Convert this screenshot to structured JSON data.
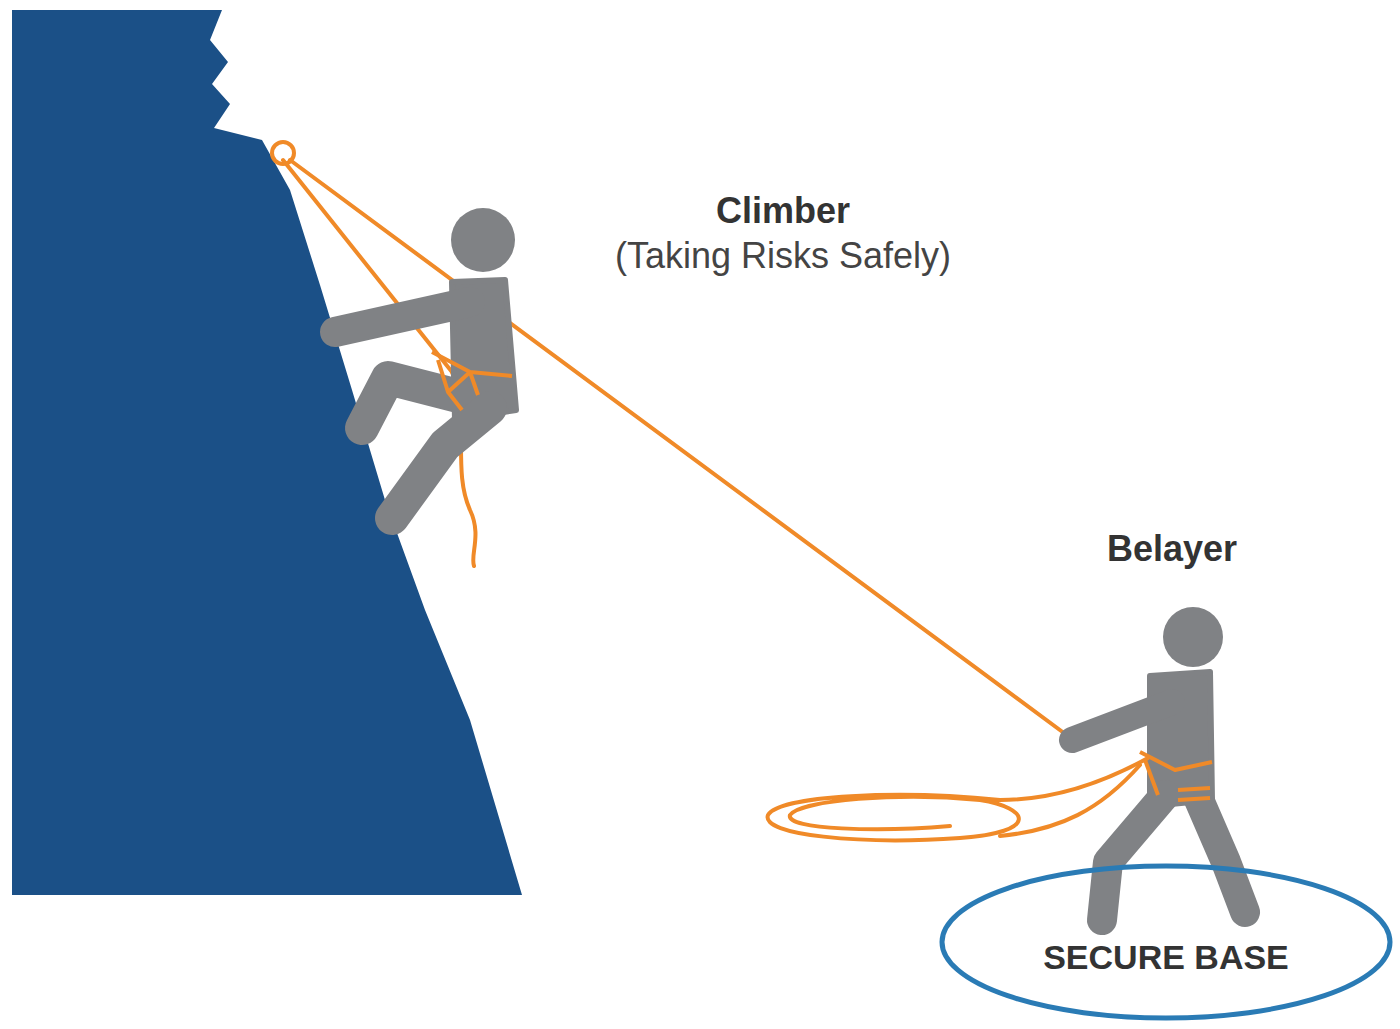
{
  "diagram": {
    "nodes": [
      {
        "text": [
          "SECURE BASE"
        ]
      }
    ],
    "labels": [
      "Climber",
      "(Taking Risks Safely)",
      "Belayer"
    ]
  }
}
